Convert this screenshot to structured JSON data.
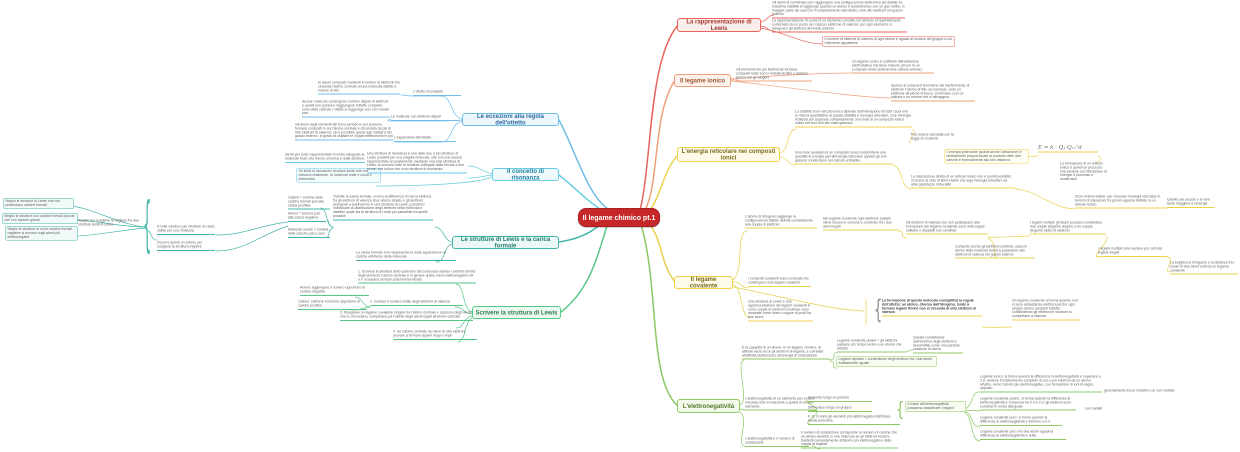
{
  "center": {
    "label": "Il legame chimico pt.1"
  },
  "colors": {
    "center_bg": "#c62729",
    "red": "#e8645c",
    "orange": "#efa07a",
    "yellow": "#edd24e",
    "yellow2": "#e4cf4a",
    "green": "#8cc863",
    "blue": "#6fbde8",
    "cyan": "#67cde4",
    "teal": "#45b5aa",
    "green2": "#57c785",
    "text": "#606060"
  },
  "glyphs": {
    "brace": "{"
  },
  "branches": {
    "rap": {
      "topic": "La rappresentazione di Lewis",
      "n1": "Gli atomi si combinano per raggiungere una configurazione elettronica più stabile; la massima stabilità si raggiunge quando un atomo è isoelettronico con un gas nobile, in maggior parte dei casi con il completamento dell'ottetto, cioè otto elettroni nel guscio esterno",
      "n2": "La rappresentazione di Lewis di un elemento consiste nel simbolo di quell'elemento contornato da un punto per ciascun elettrone di valenza; per ogni elemento si disegnano gli elettroni del livello esterno",
      "n3": "Il numero di elettroni di valenza di ogni atomo è uguale al numero del gruppo a cui l'elemento appartiene"
    },
    "ion": {
      "topic": "Il legame ionico",
      "n1": "Gli elementi che più facilmente formano composti ionici sono i metalli alcalini e alcalino-terrosi con gli alogeni",
      "n2": "Un legame ionico è costituito dall'attrazione elettrostatica che tiene insieme gli ioni in un composto ionico (interazione catione-anione)",
      "n3": "Spesso si osserva il fenomeno del trasferimento di elettroni: l'atomo di litio, ad esempio, cede un elettrone all'atomo di fluoro; si formano così un catione e un anione che si attraggono"
    },
    "ene": {
      "topic": "L'energia reticolare nei composti ionici",
      "n1": "La stabilità di un reticolo ionico dipende dall'interazione fra tutti i suoi ioni: la misura quantitativa di questa stabilità è l'energia reticolare, cioè l'energia richiesta per separare completamente una mole di un composto ionico solido nei suoi ioni allo stato gassoso",
      "n2": "Una mole qualsiasi di un composto ionico solido libera una quantità di energia pari all'energia reticolare quando gli ioni gassosi condensano nel reticolo cristallino",
      "n3": "Può essere calcolata con la legge di Coulomb",
      "n4": "L'energia potenziale (quindi anche l'attrazione) è direttamente proporzionale al prodotto delle due cariche e inversamente alla loro distanza",
      "n5": "La misurazione diretta di un reticolo ionico non è quindi possibile: si ricorre al ciclo di Born-Haber che lega l'energia reticolare ad altre grandezze misurabili",
      "formula": "E = k · Q₁·Q₂ ⁄ d",
      "n6": "La formazione di un reticolo ionico è quindi un processo che avviene con liberazione di energia: il processo è esotermico",
      "n7": "Ciclo di Born-Haber: per misurare l'energia reticolare in termini di interazioni fra gli ioni appena definite in un reticolo ionico",
      "n8": "Quanto più piccolo è lo ione tanto maggiore è l'energia"
    },
    "cov": {
      "topic": "Il legame covalente",
      "n1": "I composti covalenti sono composti che contengono solo legami covalenti",
      "n2": "Una struttura di Lewis è una rappresentazione dei legami covalenti in cui le coppie di elettroni condivise sono mostrate come linee o coppie di punti fra due atomi",
      "n3": "L'atomo di idrogeno raggiunge la configurazione stabile dell'elio condividendo una coppia di elettroni",
      "n4": "Nel legame covalente ogni elettrone spaiato viene messo in comune e condiviso fra i due atomi legati",
      "n5": "Gli elettroni di valenza che non partecipano alla formazione del legame covalente sono detti coppie solitarie o doppietti non condivisi",
      "n6": "Contando anche gli elettroni condivisi, ciascun atomo della molecola arriva a possedere otto elettroni di valenza nel guscio esterno",
      "n7": "I legami multipli: gli atomi possono condividere due coppie (legame doppio) o tre coppie (legame triplo) di elettroni",
      "n8": "I legami multipli sono sempre più corti dei legami singoli",
      "n9": "La lunghezza di legame è la distanza fra i nuclei di due atomi uniti da un legame covalente",
      "n10": "La formazione di questa molecola esemplifica la regola dell'ottetto: un atomo, diverso dall'idrogeno, tende a formare legami finché non si circonda di otto elettroni di valenza",
      "n11": "Un legame covalente si forma quando non vi sono abbastanza elettroni perché ogni singolo atomo completi l'ottetto: condividendo gli elettroni le strutture si completano a vicenda"
    },
    "ele": {
      "topic": "L'elettronegatività",
      "n1": "È la capacità di un atomo, in un legame chimico, di attirare verso di sé gli elettroni di legame; è correlata all'affinità elettronica e all'energia di ionizzazione",
      "n2": "Legame covalente polare = gli elettroni passano più tempo vicino a un atomo che all'altro",
      "n3": "Legame apolare = condivisione degli elettroni fra i due atomi esattamente uguale",
      "n4": "Questa condivisione asimmetrica degli elettroni è descrivibile come una parziale cessione di carica",
      "n5": "L'elettronegatività di un elemento può essere misurata solo in relazione a quella di un altro elemento",
      "n6": "Aumenta lungo un periodo",
      "n7": "Diminuisce lungo un gruppo",
      "n8": "F, O, N sono gli elementi più elettronegativi dell'intera tavola periodica",
      "n9": "In base all'elettronegatività possiamo classificare i legami",
      "n10": "L'elettronegatività e il numero di ossidazione",
      "n11": "Il numero di ossidazione corrisponde al numero di cariche che un atomo avrebbe in una molecola se gli elettroni fossero trasferiti completamente all'atomo più elettronegativo della coppia di legame",
      "n12": "Legame ionico: si forma quando la differenza di elettronegatività è superiore a 2.0; avviene il trasferimento completo di uno o più elettroni da un atomo all'altro, verso l'atomo più elettronegativo, con formazione di ioni di segno opposto",
      "n12b": "generalmente fra un metallo e un non metallo",
      "n13": "Legame covalente polare: si forma quando la differenza di elettronegatività è compresa fra 0.4 e 2.0; gli elettroni sono condivisi in modo diseguale",
      "n13b": "non metalli",
      "n14": "Legame covalente puro: si forma quando la differenza di elettronegatività è inferiore a 0.4",
      "n15": "Legame covalente puro: fra due atomi uguali la differenza di elettronegatività è nulla"
    },
    "ecc": {
      "topic": "Le eccezioni alla regola dell'ottetto",
      "l1": "L'ottetto incompleto",
      "n1": "In alcuni composti covalenti il numero di elettroni che circonda l'atomo centrale di una molecola stabile è minore di otto",
      "l2": "Le molecole con elettroni dispari",
      "n2": "Alcune molecole contengono numero dispari di elettroni e quindi non possono raggiungere l'ottetto completo: sono dette radicali; l'ottetto si raggiunge solo con numeri pari",
      "l3": "L'espansione dell'ottetto",
      "n3": "Gli atomi degli elementi dal terzo periodo in poi possono formare composti in cui l'atomo centrale è circondato da più di otto elettroni di valenza: ciò è possibile grazie agli orbitali d del guscio esterno, in grado di ospitare le coppie elettroniche in più"
    },
    "ris": {
      "topic": "Il concetto di risonanza",
      "n1": "Serve per poter rappresentare in modo adeguato le molecole reali, che hanno un'unica e reale struttura",
      "n2": "Gli ibridi di risonanza: strutture limite che non esistono realmente, la molecola reale è unica e intermedia",
      "n3": "Una struttura di risonanza è una delle due o più strutture di Lewis possibili per una singola molecola, che non può essere rappresentata accuratamente mediante una sola struttura di Lewis; si scrivono tutte le strutture collegate dalla freccia a due punte, che indica che sono strutture di risonanza"
    },
    "car": {
      "topic": "Le strutture di Lewis e la carica formale",
      "n1": "Tramite la carica formale, ovvero la differenza di carica elettrica fra gli elettroni di valenza di un atomo isolato e gli elettroni assegnati a quell'atomo in una struttura di Lewis, possiamo individuare la distribuzione degli elettroni nella molecola e stabilire quale sia la struttura di Lewis più plausibile fra quelle possibili",
      "n2": "La carica formale non rappresenta la reale separazione di cariche all'interno della molecola",
      "n3": "Cationi = somma delle cariche formali pari alla carica positiva",
      "n4": "Anioni = somma pari alla carica negativa",
      "n5": "Molecole neutre = somma delle cariche pari a zero",
      "n6": "A volte esistono più strutture di Lewis valide per una molecola",
      "n7": "Occorre quindi un criterio per scegliere la struttura migliore",
      "n8": "Regole per scegliere la migliore fra due strutture simili di Lewis",
      "r1": "Meglio le strutture di Lewis che non presentano cariche formali",
      "r2": "Meglio le strutture con cariche formali piccole che con cariche grandi",
      "r3": "Meglio le strutture in cui le cariche formali negative si trovano sugli atomi più elettronegativi"
    },
    "scr": {
      "topic": "Scrivere la struttura di Lewis",
      "n1": "1. Scrivere la struttura dello scheletro del composto usando i simboli chimici degli elementi; l'atomo centrale è in genere quello meno elettronegativo (H e F occupano sempre posizioni terminali)",
      "n2": "2. Contare il numero totale degli elettroni di valenza",
      "n3": "3. Disegnare un legame covalente singolo fra l'atomo centrale e ciascuno degli atomi che lo circondano; completare poi l'ottetto degli atomi legati all'atomo centrale",
      "n4": "4. Se l'atomo centrale ha meno di otto elettroni provare a formare legami doppi o tripli",
      "n5": "Anioni: aggiungere il numero opportuno di cariche negative",
      "n6": "Cationi: sottrarre il numero opportuno di cariche positive"
    }
  }
}
